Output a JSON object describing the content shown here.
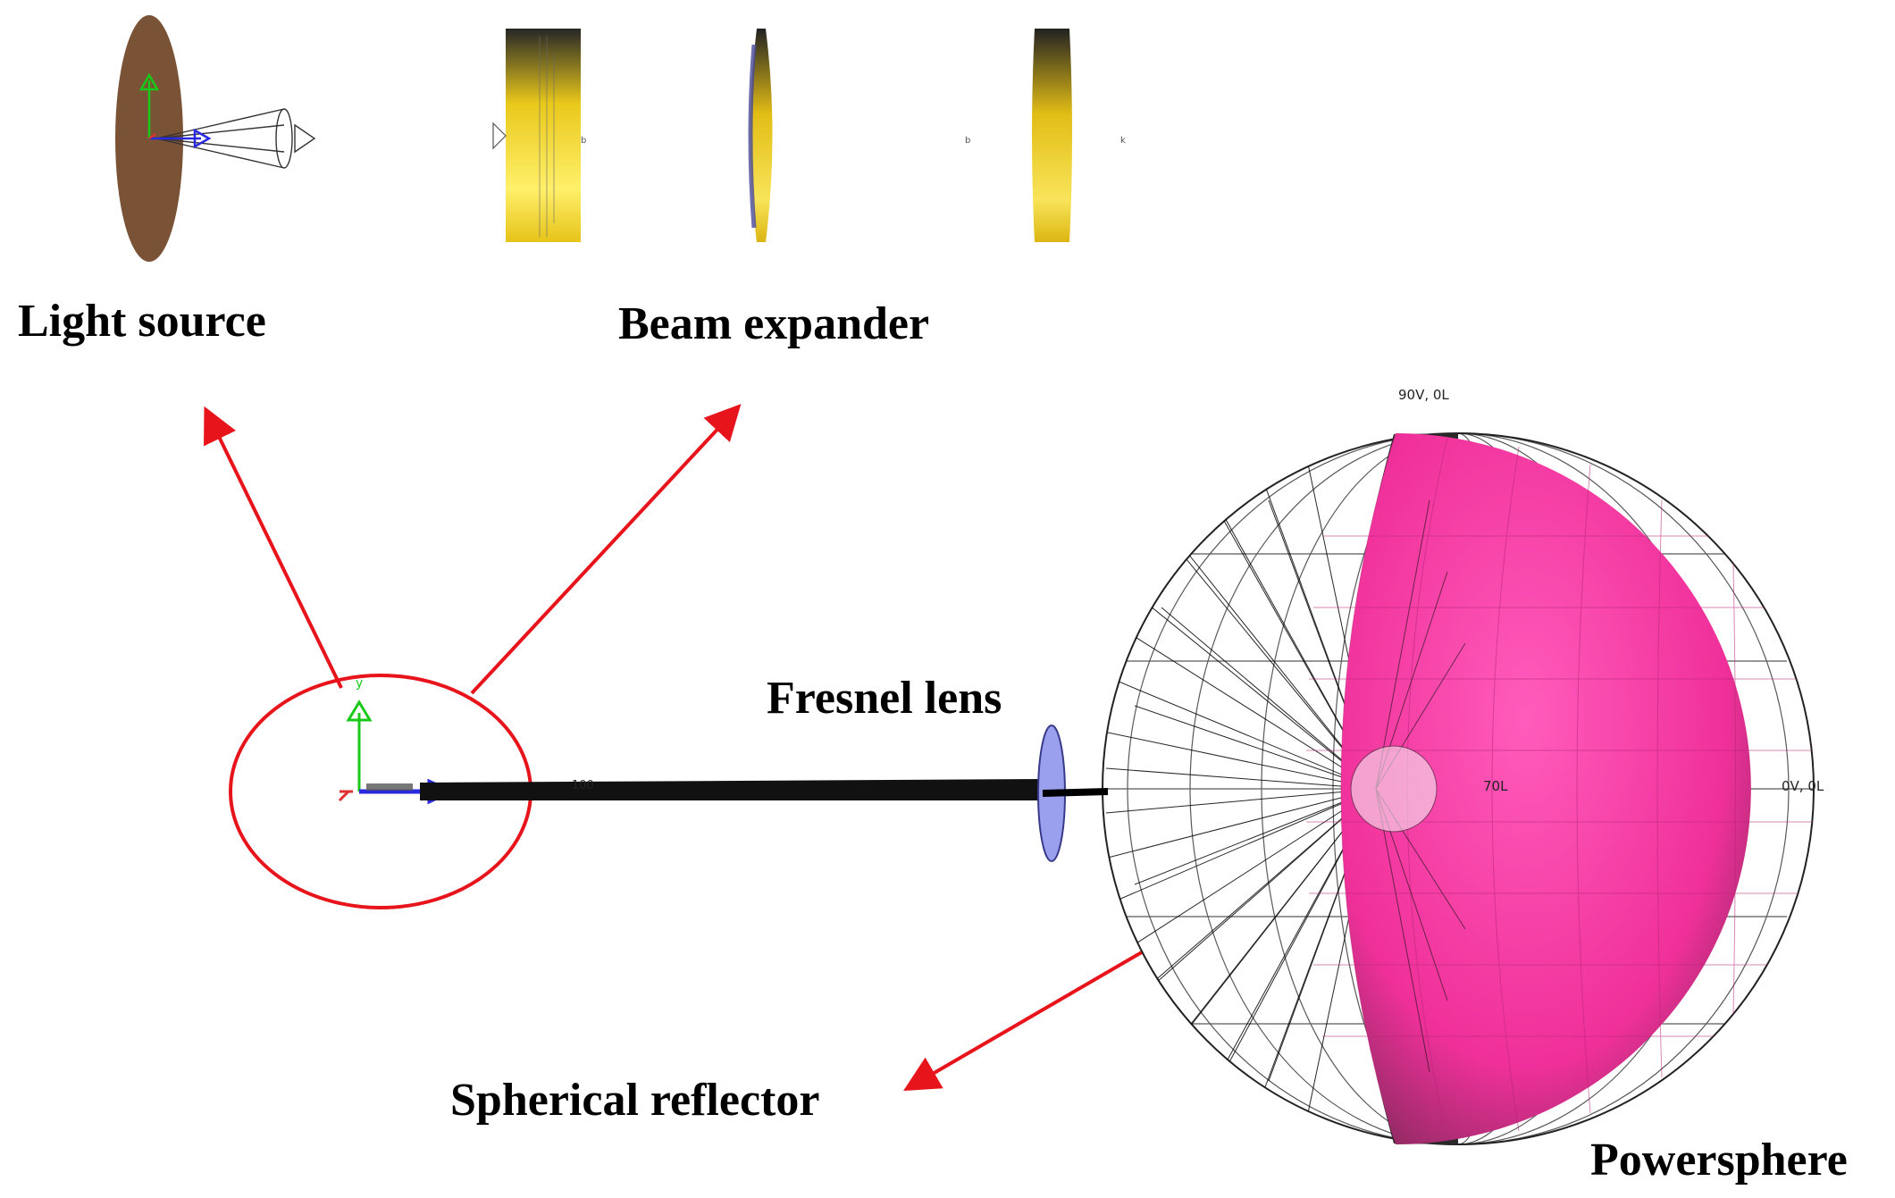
{
  "labels": {
    "light_source": "Light source",
    "beam_expander": "Beam expander",
    "fresnel_lens": "Fresnel lens",
    "spherical_reflector": "Spherical reflector",
    "powersphere": "Powersphere"
  },
  "sphere_tags": {
    "top": "90V, 0L",
    "mid": "70L",
    "right": "0V, 0L"
  },
  "axis": {
    "y": "y",
    "dim": "100"
  },
  "colors": {
    "arrow": "#e8141b",
    "ellipse": "#e8141b",
    "source_disc": "#7a5236",
    "lens_gold": "#e6c31a",
    "lens_dark": "#333333",
    "fresnel": "#9aa0ee",
    "sphere": "#ff3fa8",
    "sphere_shadow": "#2a2a2a",
    "axis_green": "#19c919",
    "axis_blue": "#2929e0",
    "axis_red": "#e03030"
  }
}
